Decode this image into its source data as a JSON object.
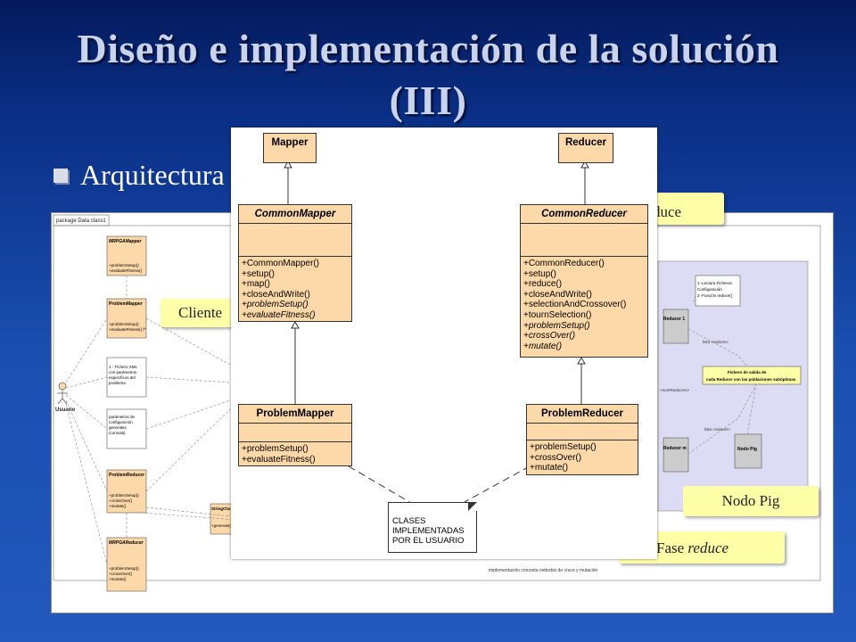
{
  "slide": {
    "title": "Diseño e implementación de la solución (III)",
    "bullet": "Arquitectura"
  },
  "callouts": {
    "cliente": "Cliente",
    "reduce_top": "duce",
    "nodo_pig": "Nodo Pig",
    "fase_reduce_prefix": "Fase ",
    "fase_reduce_em": "reduce"
  },
  "background_diagram": {
    "package_label": "package Data  class1",
    "actor": "Usuario",
    "classes": [
      {
        "name": "MRPGAMapper",
        "ops": [
          "+problemSetup()",
          "+evaluateFitness()"
        ]
      },
      {
        "name": "ProblemMapper",
        "ops": [
          "+problemSetup()",
          "+evaluateFitness() f^"
        ]
      },
      {
        "name": "ProblemReducer",
        "ops": [
          "+problemSetup()",
          "+crossOver()",
          "+mutate()"
        ]
      },
      {
        "name": "MRPGAReducer",
        "ops": [
          "+problemSetup()",
          "+crossOver()",
          "+mutate()"
        ]
      },
      {
        "name": "StringCha",
        "ops": [
          "+generate("
        ]
      }
    ],
    "notes": [
      "1 - Fichero XML con parámetros específicos del problema",
      "parámetros de configuración generales (consola)",
      "1.-Lectura Ficheros Configuración 2.-Función reduce()",
      "Fichero de salida de cada Reducer con las poblaciones subóptimas"
    ],
    "nodes": [
      "Reducer 1",
      "Reducer m",
      "Nodo Pig"
    ],
    "edge_labels": [
      "lista <valores>",
      "<numReducers>",
      "lista <valores>"
    ],
    "footer": "implementación concreta métodos de cruce y mutación"
  },
  "front_diagram": {
    "mapper": {
      "name": "Mapper"
    },
    "reducer": {
      "name": "Reducer"
    },
    "common_mapper": {
      "name": "CommonMapper",
      "ops": [
        "+CommonMapper()",
        "+setup()",
        "+map()",
        "+closeAndWrite()",
        "+problemSetup()",
        "+evaluateFitness()"
      ]
    },
    "common_reducer": {
      "name": "CommonReducer",
      "ops": [
        "+CommonReducer()",
        "+setup()",
        "+reduce()",
        "+closeAndWrite()",
        "+selectionAndCrossover()",
        "+tournSelection()",
        "+problemSetup()",
        "+crossOver()",
        "+mutate()"
      ]
    },
    "problem_mapper": {
      "name": "ProblemMapper",
      "ops": [
        "+problemSetup()",
        "+evaluateFitness()"
      ]
    },
    "problem_reducer": {
      "name": "ProblemReducer",
      "ops": [
        "+problemSetup()",
        "+crossOver()",
        "+mutate()"
      ]
    },
    "note": [
      "CLASES",
      "IMPLEMENTADAS",
      "POR EL USUARIO"
    ]
  },
  "colors": {
    "class_fill": "#fdd8a8",
    "callout_fill": "#ffffa8",
    "title_text": "#c9d3ec"
  }
}
